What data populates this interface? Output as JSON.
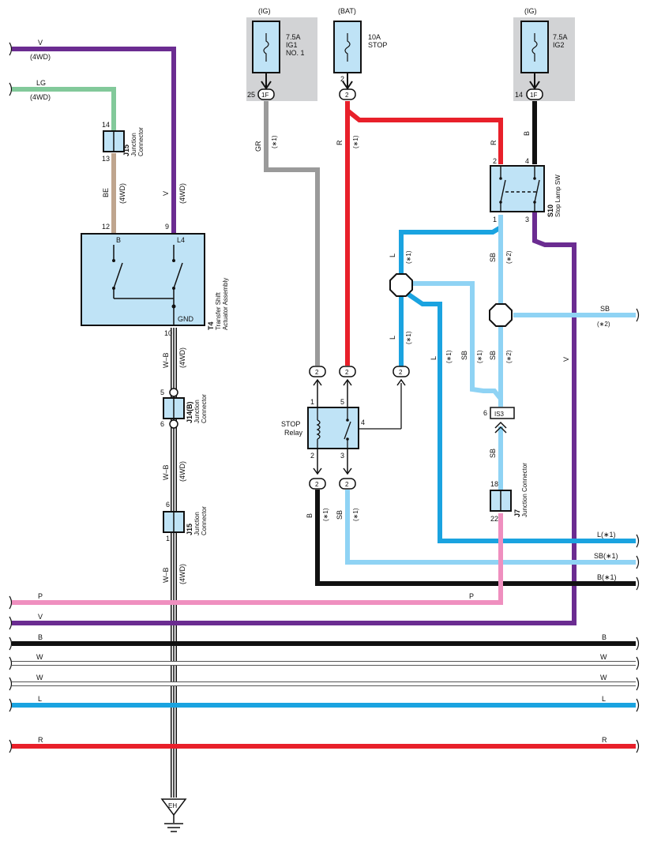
{
  "colors": {
    "V": "#6b2c91",
    "LG": "#82c99a",
    "BE": "#bfa58e",
    "GR": "#9a9a9a",
    "R": "#e8202a",
    "B": "#111111",
    "L": "#1aa3e0",
    "SB": "#8fd3f4",
    "P": "#ef8fbf",
    "W": "#ffffff",
    "WB": "#ffffff",
    "component_fill": "#bfe3f6",
    "fuse_box": "#d2d3d5"
  },
  "fuses": {
    "ig1": {
      "source": "(IG)",
      "rating": "7.5A",
      "name1": "IG1",
      "name2": "NO. 1",
      "pin": "25",
      "conn": "1F",
      "icon": "fuse-icon"
    },
    "stop": {
      "source": "(BAT)",
      "rating": "10A",
      "name1": "STOP",
      "pin_top": "2",
      "conn": "2"
    },
    "ig2": {
      "source": "(IG)",
      "rating": "7.5A",
      "name1": "IG2",
      "pin": "14",
      "conn": "1F"
    }
  },
  "transfer": {
    "code": "T4",
    "line1": "Transfer Shift",
    "line2": "Actuator Assembly",
    "pin_b_num": "12",
    "pin_b": "B",
    "pin_l4_num": "9",
    "pin_l4": "L4",
    "gnd": "GND",
    "gnd_pin": "10"
  },
  "j15_top": {
    "code": "J15",
    "line1": "Junction",
    "line2": "Connector",
    "pin_top": "14",
    "pin_bottom": "13"
  },
  "j14": {
    "code": "J14(B)",
    "line1": "Junction",
    "line2": "Connector",
    "pin_top": "5",
    "pin_bottom": "6"
  },
  "j15_bottom": {
    "code": "J15",
    "line1": "Junction",
    "line2": "Connector",
    "pin_top": "6",
    "pin_bottom": "1"
  },
  "j7": {
    "code": "J7",
    "line1": "Junction Connector",
    "pin_top": "18",
    "pin_bottom": "22"
  },
  "stop_relay": {
    "line1": "STOP",
    "line2": "Relay",
    "pin1": "1",
    "pin2": "2",
    "pin3": "3",
    "pin4": "4",
    "pin5": "5"
  },
  "stop_lamp_sw": {
    "code": "S10",
    "line1": "Stop Lamp SW",
    "pin1": "1",
    "pin2": "2",
    "pin3": "3",
    "pin4": "4"
  },
  "is3": {
    "conn": "IS3",
    "pin": "6"
  },
  "relay_conns": {
    "c2": "2"
  },
  "ground": {
    "label": "EH",
    "icon": "ground-icon"
  },
  "wire_labels": {
    "v": "V",
    "lg": "LG",
    "fourwd": "(4WD)",
    "be": "BE",
    "wb": "W–B",
    "gr": "GR",
    "r": "R",
    "b": "B",
    "l": "L",
    "sb": "SB",
    "star1": "(∗1)",
    "star2": "(∗2)",
    "l_star1": "L(∗1)",
    "sb_star1": "SB(∗1)",
    "b_star1": "B(∗1)",
    "p": "P",
    "w": "W"
  }
}
